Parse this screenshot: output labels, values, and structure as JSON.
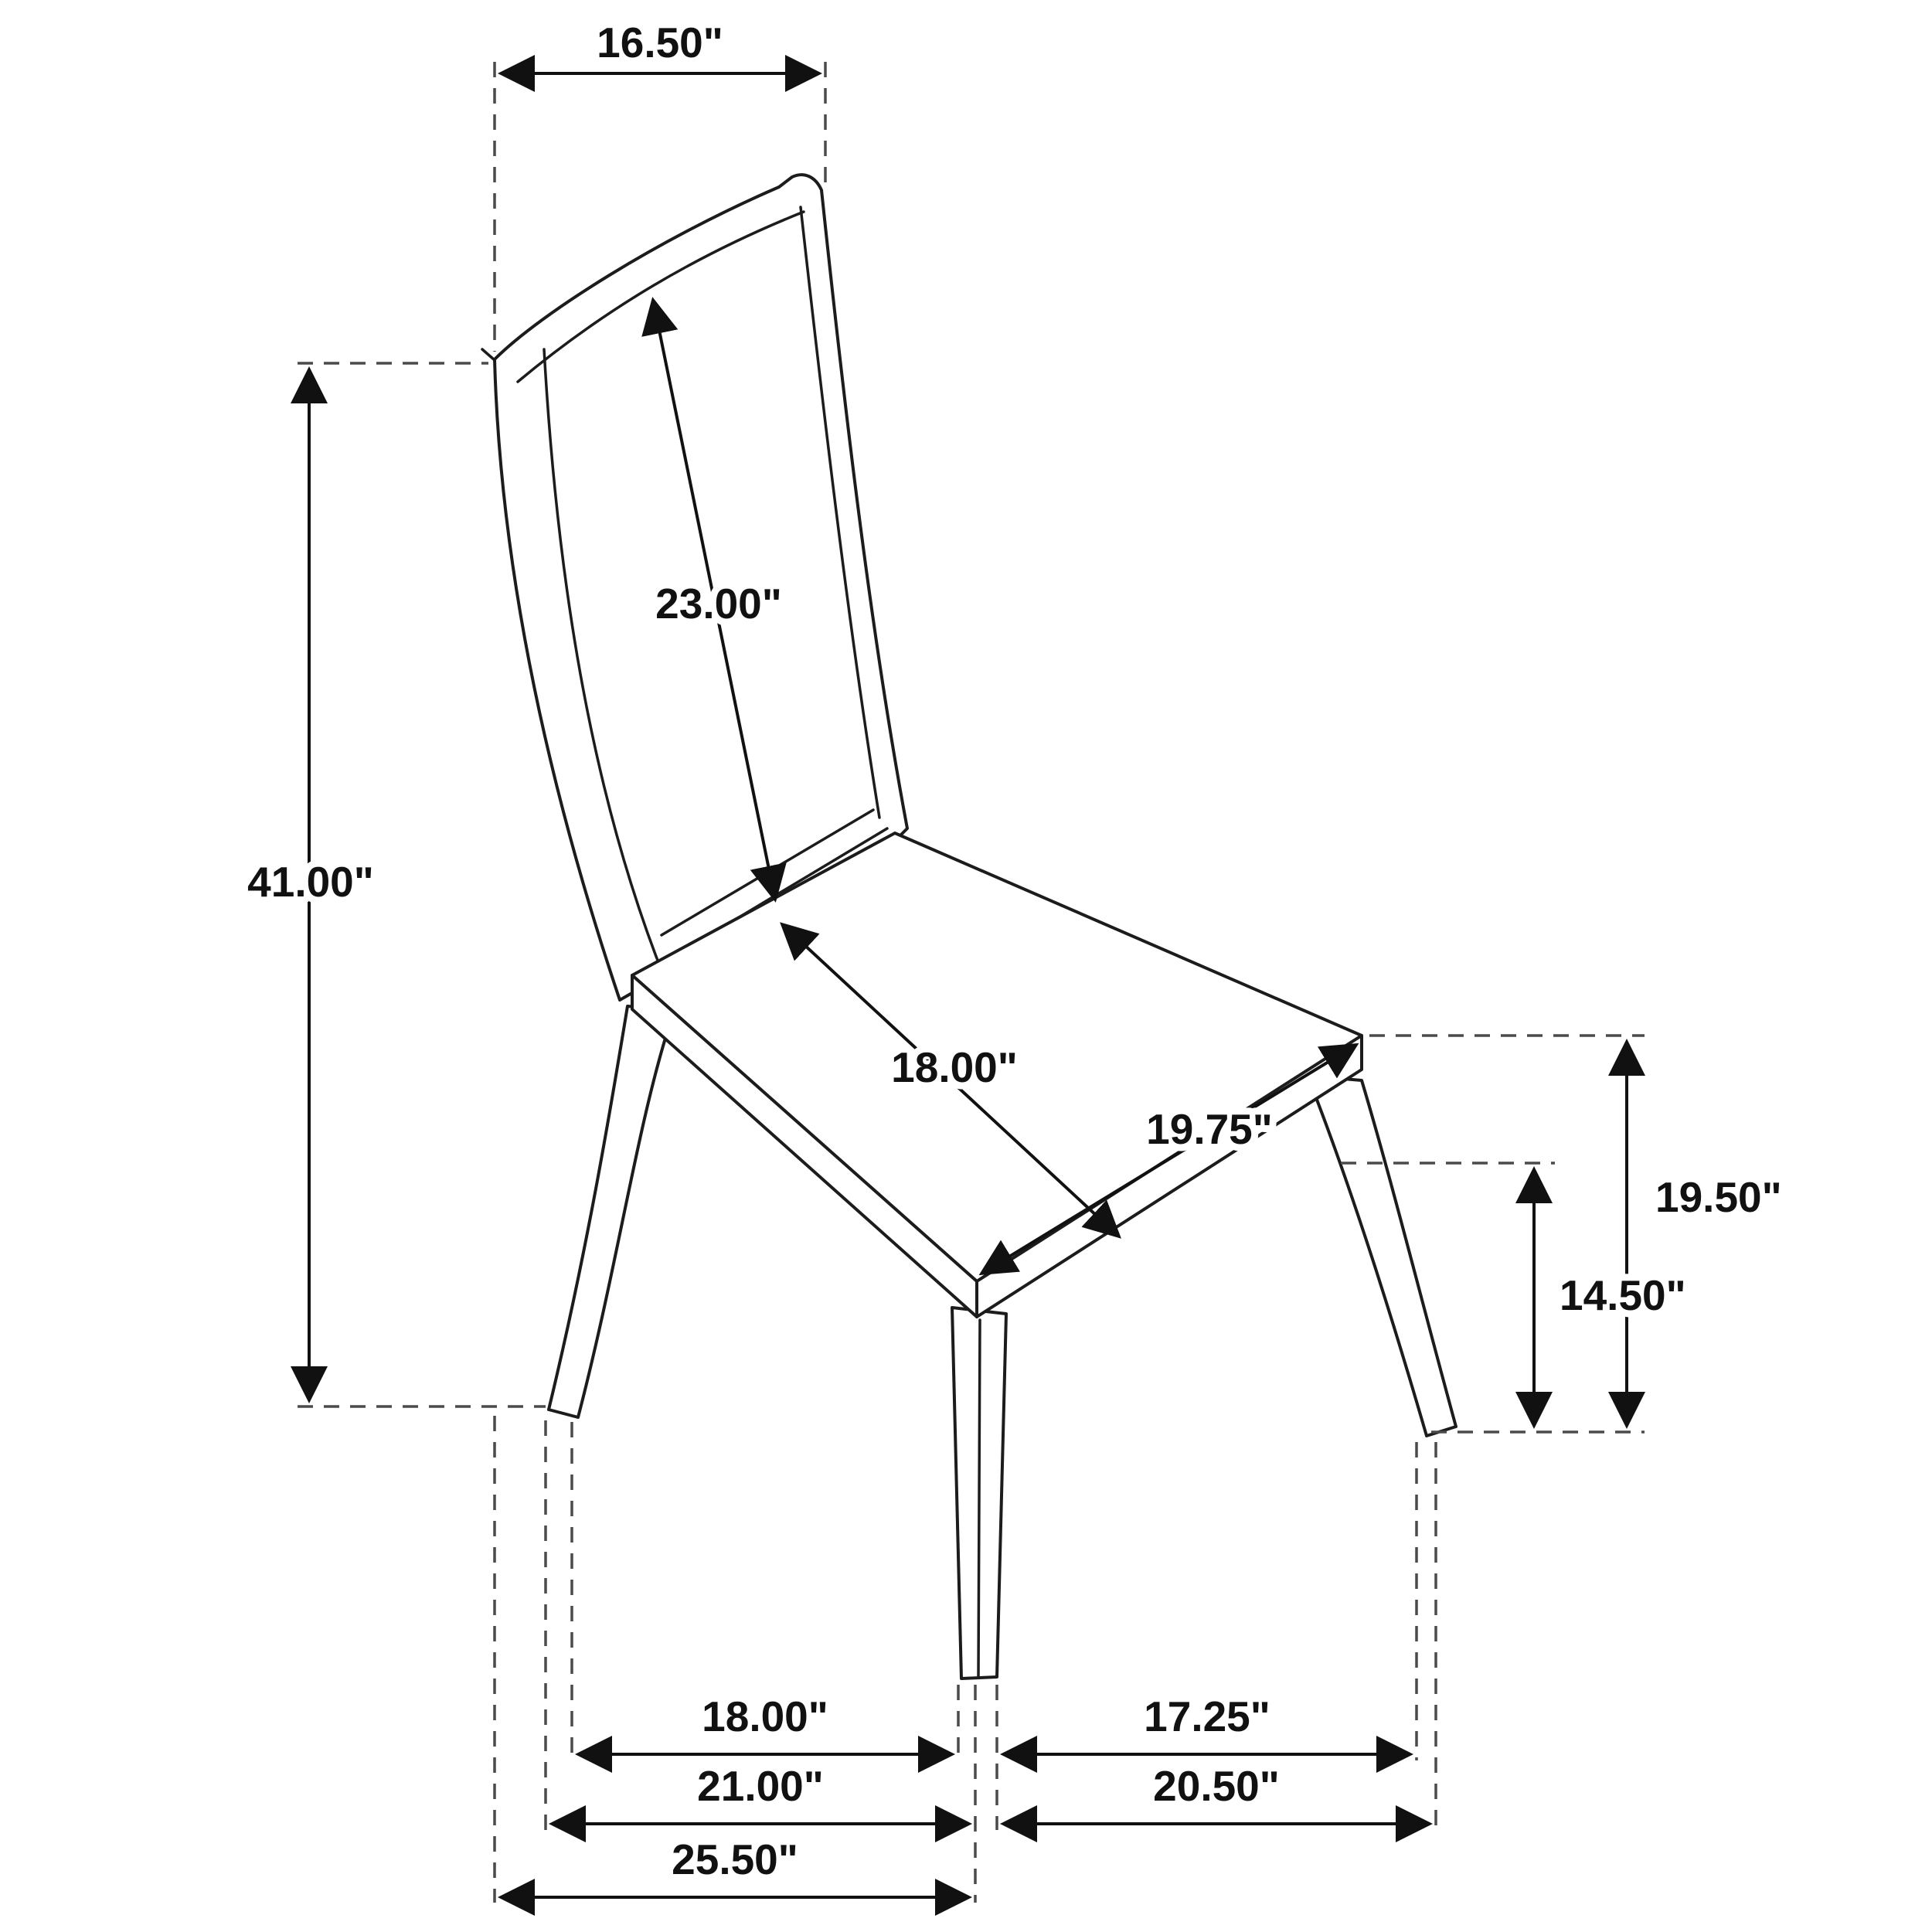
{
  "page": {
    "background": "#ffffff",
    "line_color": "#1c1c1c",
    "dash_color": "#4a4a4a",
    "text_color": "#111111"
  },
  "diagram": {
    "dims": {
      "back_width": "16.50\"",
      "back_height": "23.00\"",
      "overall_height": "41.00\"",
      "seat_width": "18.00\"",
      "seat_depth": "19.75\"",
      "seat_height": "19.50\"",
      "floor_to_apron": "14.50\"",
      "front_leg_span_inner": "18.00\"",
      "side_leg_span_inner": "17.25\"",
      "front_width_outer": "21.00\"",
      "side_depth_outer": "20.50\"",
      "overall_depth": "25.50\""
    }
  }
}
